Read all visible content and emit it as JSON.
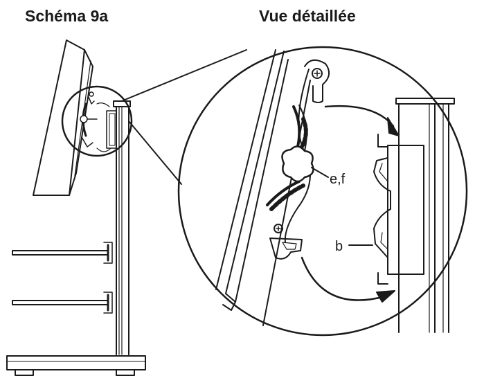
{
  "titles": {
    "left": "Schéma 9a",
    "right": "Vue détaillée"
  },
  "callouts": {
    "knob": "e,f",
    "bracket": "b"
  },
  "colors": {
    "line": "#1a1a1a",
    "background": "#ffffff"
  }
}
